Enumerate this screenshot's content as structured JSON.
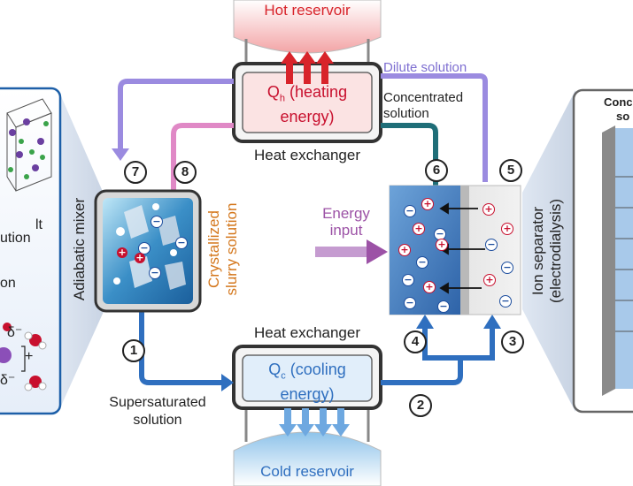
{
  "hot_reservoir": "Hot reservoir",
  "cold_reservoir": "Cold reservoir",
  "top_exchanger": {
    "label": "Heat exchanger",
    "q_sym": "Q",
    "q_sub": "h",
    "q_text_1": " (heating",
    "q_text_2": "energy)"
  },
  "bottom_exchanger": {
    "label": "Heat exchanger",
    "q_sym": "Q",
    "q_sub": "c",
    "q_text_1": " (cooling",
    "q_text_2": "energy)"
  },
  "dilute_solution": "Dilute solution",
  "concentrated_solution_1": "Concentrated",
  "concentrated_solution_2": "solution",
  "adiabatic_mixer": "Adiabatic mixer",
  "crystallized_slurry_1": "Crystallized",
  "crystallized_slurry_2": "slurry solution",
  "energy_input_1": "Energy",
  "energy_input_2": "input",
  "ion_separator_1": "Ion separator",
  "ion_separator_2": "(electrodialysis)",
  "supersaturated_1": "Supersaturated",
  "supersaturated_2": "solution",
  "step_numbers": [
    "1",
    "2",
    "3",
    "4",
    "5",
    "6",
    "7",
    "8"
  ],
  "left_inset": {
    "line_1": "lt",
    "line_2": "ution",
    "line_3": "on",
    "delta_top": "δ⁻",
    "delta_bottom": "δ⁻",
    "plus": "+"
  },
  "right_inset": {
    "line_1": "Conc",
    "line_2": "so"
  },
  "colors": {
    "hot": "#d8232a",
    "cold": "#2f6fbf",
    "dilute_path": "#9b8be0",
    "slurry_path": "#e089c6",
    "concentrated_path": "#1f6e78",
    "supersaturated_path": "#2f6fbf",
    "energy": "#9c52a6",
    "slurry_text": "#d4771c"
  }
}
